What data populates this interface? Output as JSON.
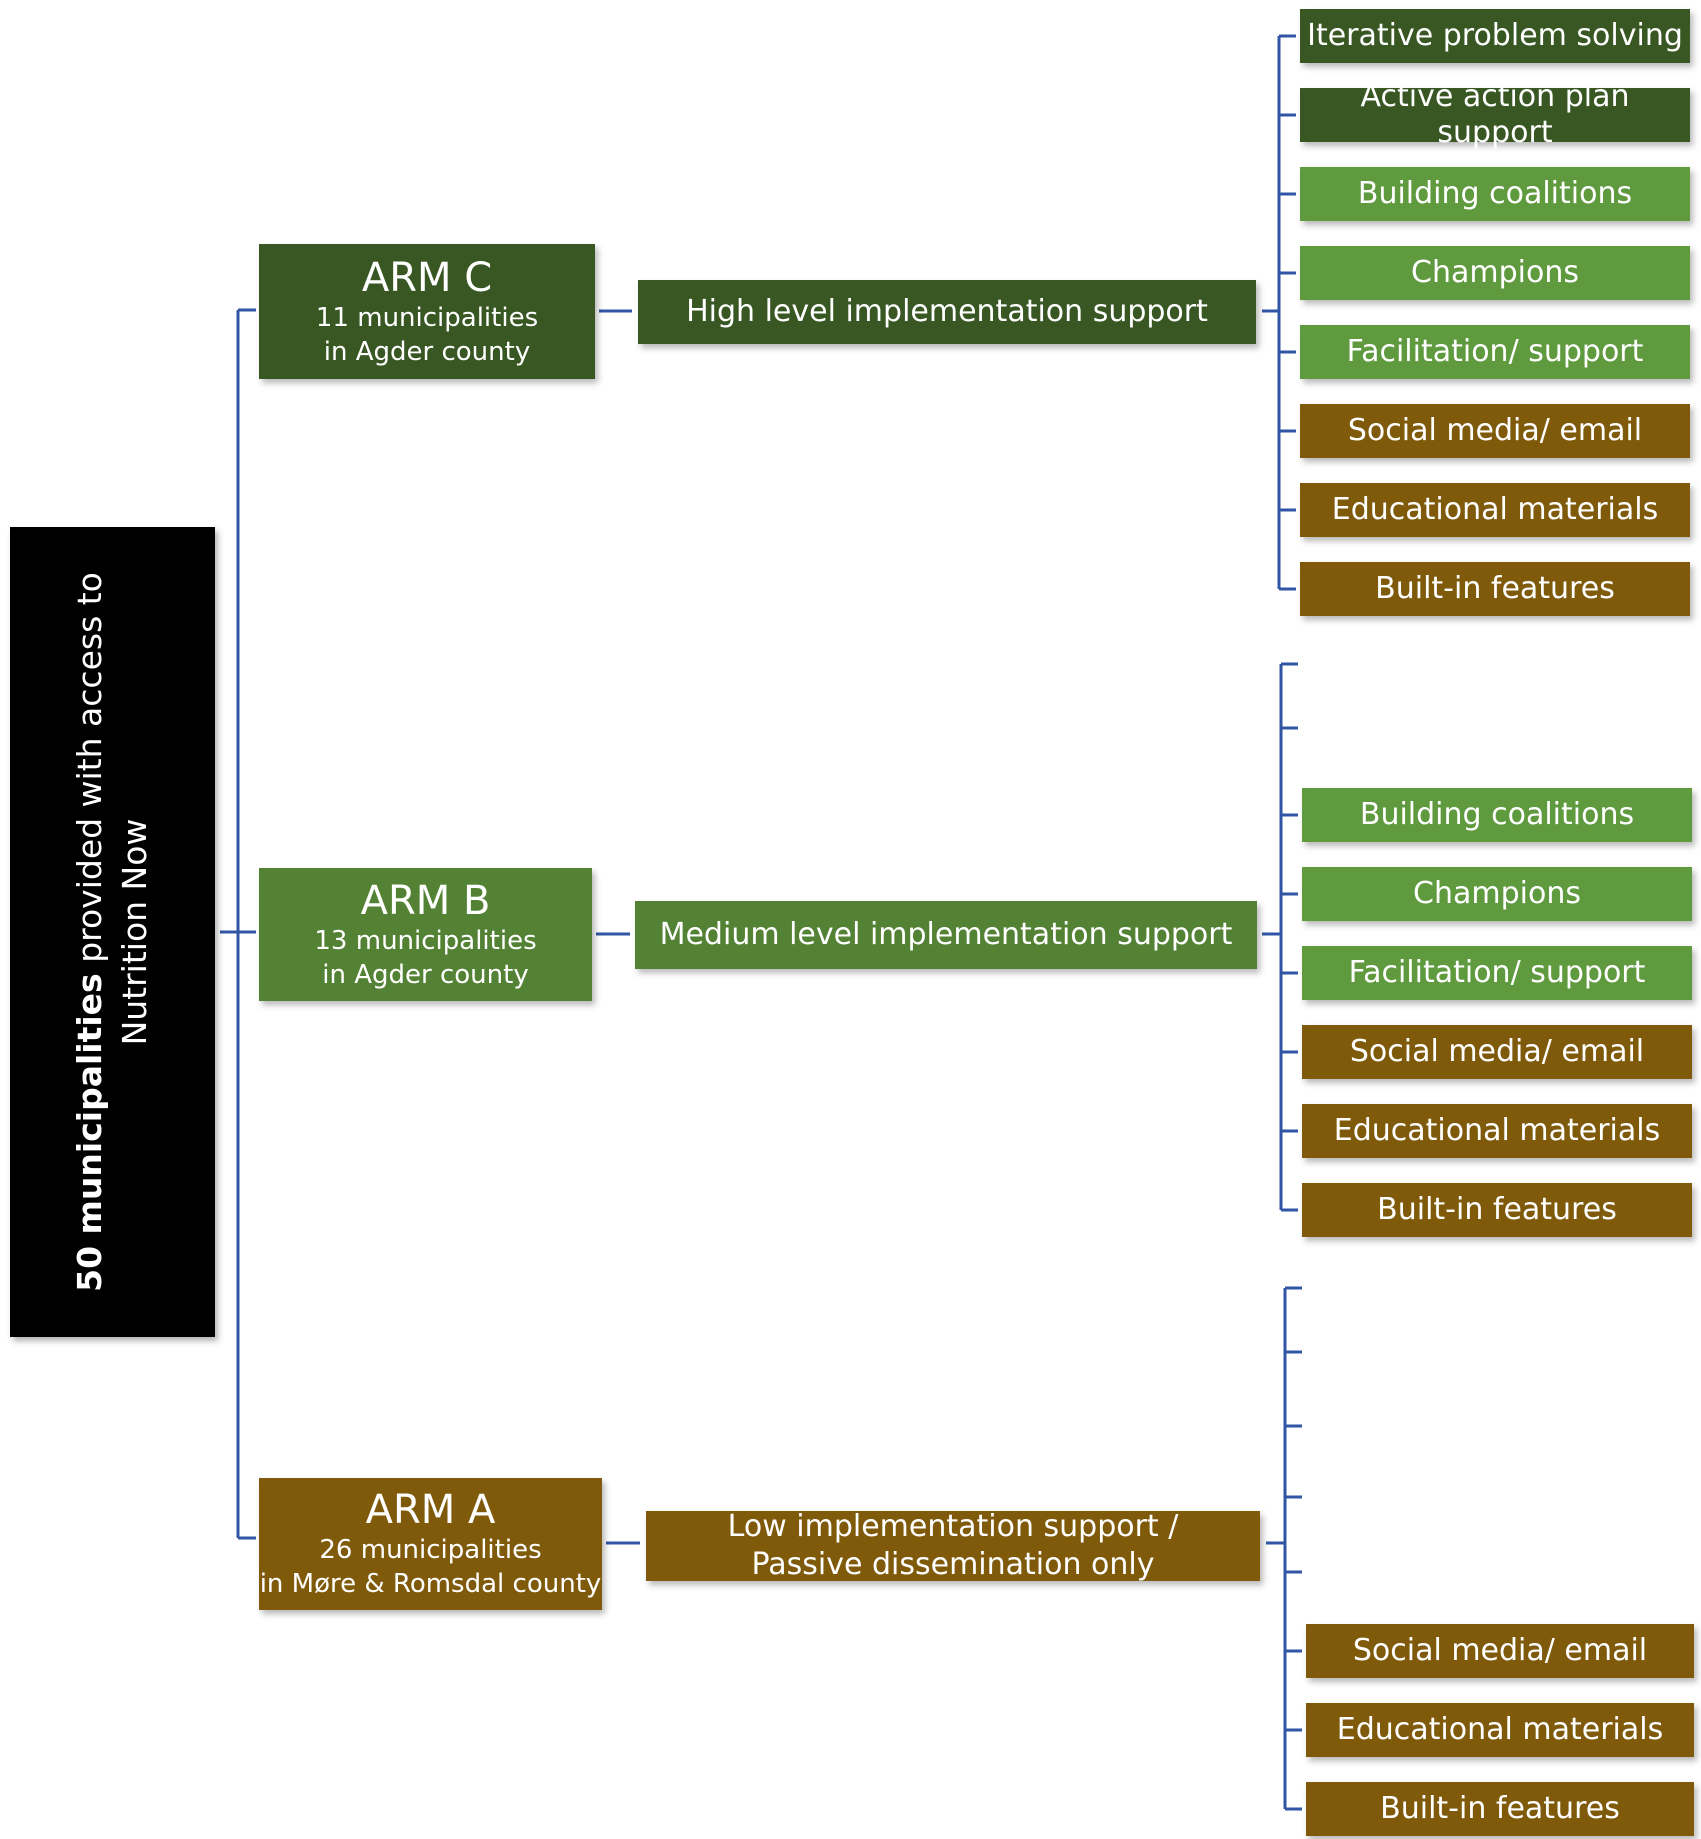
{
  "root": {
    "bold_text": "50 municipalities",
    "text_rest": " provided with access to Nutrition Now"
  },
  "arms": [
    {
      "title": "ARM C",
      "line1": "11 municipalities",
      "line2": "in Agder county",
      "support": [
        "High level implementation support"
      ],
      "strategies": [
        {
          "label": "Iterative problem solving",
          "tone": "dark"
        },
        {
          "label": "Active action plan support",
          "tone": "dark"
        },
        {
          "label": "Building coalitions",
          "tone": "light"
        },
        {
          "label": "Champions",
          "tone": "light"
        },
        {
          "label": "Facilitation/ support",
          "tone": "light"
        },
        {
          "label": "Social media/ email",
          "tone": "brown"
        },
        {
          "label": "Educational materials",
          "tone": "brown"
        },
        {
          "label": "Built-in features",
          "tone": "brown"
        }
      ]
    },
    {
      "title": "ARM B",
      "line1": "13 municipalities",
      "line2": "in Agder county",
      "support": [
        "Medium level implementation support"
      ],
      "strategies": [
        {
          "label": "",
          "tone": "none"
        },
        {
          "label": "",
          "tone": "none"
        },
        {
          "label": "Building coalitions",
          "tone": "light"
        },
        {
          "label": "Champions",
          "tone": "light"
        },
        {
          "label": "Facilitation/ support",
          "tone": "light"
        },
        {
          "label": "Social media/ email",
          "tone": "brown"
        },
        {
          "label": "Educational materials",
          "tone": "brown"
        },
        {
          "label": "Built-in features",
          "tone": "brown"
        }
      ]
    },
    {
      "title": "ARM A",
      "line1": "26 municipalities",
      "line2": "in Møre & Romsdal county",
      "support": [
        "Low implementation support /",
        "Passive dissemination only"
      ],
      "strategies": [
        {
          "label": "",
          "tone": "none"
        },
        {
          "label": "",
          "tone": "none"
        },
        {
          "label": "",
          "tone": "none"
        },
        {
          "label": "",
          "tone": "none"
        },
        {
          "label": "",
          "tone": "none"
        },
        {
          "label": "Social media/ email",
          "tone": "brown"
        },
        {
          "label": "Educational materials",
          "tone": "brown"
        },
        {
          "label": "Built-in features",
          "tone": "brown"
        }
      ]
    }
  ],
  "colors": {
    "connector": "#2f55a4",
    "dark_green": "#385723",
    "mid_green": "#548235",
    "light_green": "#5f9a3f",
    "brown": "#7f5a0a",
    "root": "#000000"
  }
}
